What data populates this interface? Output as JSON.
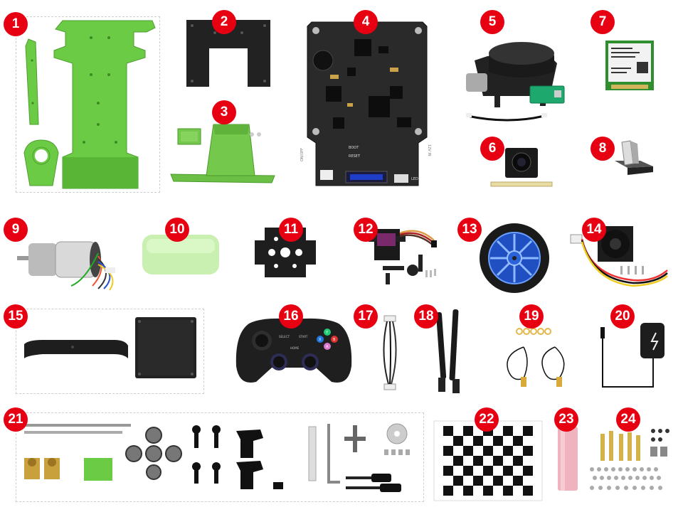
{
  "badges": [
    "1",
    "2",
    "3",
    "4",
    "5",
    "6",
    "7",
    "8",
    "9",
    "10",
    "11",
    "12",
    "13",
    "14",
    "15",
    "16",
    "17",
    "18",
    "19",
    "20",
    "21",
    "22",
    "23",
    "24"
  ],
  "board": {
    "switch_label": "ON/OFF",
    "boot_label": "BOOT",
    "reset_label": "RESET",
    "led_label": "LED",
    "side_label": "12V IN"
  },
  "gamepad": {
    "select_label": "SELECT",
    "start_label": "START",
    "home_label": "HOME",
    "face_buttons": [
      "Y",
      "X",
      "B",
      "A"
    ]
  },
  "colors": {
    "badge": "#e60012",
    "green_plate": "#6ccb45",
    "black_part": "#1e1e1e",
    "wheel_blue": "#2a62d9",
    "dashed_border": "#cfcfcf"
  }
}
